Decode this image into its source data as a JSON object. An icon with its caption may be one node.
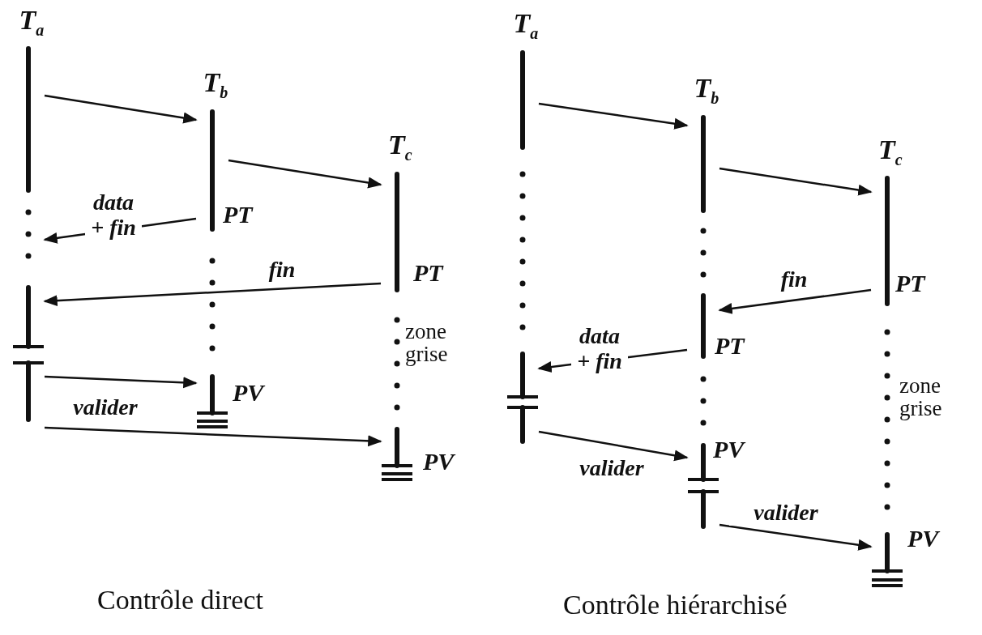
{
  "diagram": {
    "nodes": [
      {
        "text": [
          "T$_{a}$"
        ]
      },
      {
        "text": [
          "T$_{b}$"
        ],
        "beside": [
          "PT"
        ]
      },
      {
        "text": [
          "T$_{c}$"
        ],
        "beside": [
          "PT",
          "zone grise",
          "PV"
        ]
      },
      {
        "text": [
          "T$_{a}$"
        ]
      },
      {
        "text": [
          "T$_{b}$"
        ],
        "beside": [
          "PT",
          "PV"
        ]
      },
      {
        "text": [
          "T$_{c}$"
        ],
        "beside": [
          "PT",
          "zone grise",
          "PV"
        ]
      },
      {
        "text": [],
        "shape": "bar",
        "beside": [
          "PV"
        ]
      }
    ],
    "edges": [
      {
        "from": 0,
        "to": 1,
        "arrow": "to"
      },
      {
        "from": 1,
        "to": 2,
        "arrow": "to"
      },
      {
        "from": 1,
        "to": 0,
        "arrow": "to",
        "label": "data + fin"
      },
      {
        "from": 2,
        "to": 0,
        "arrow": "to",
        "label": "fin"
      },
      {
        "from": 0,
        "to": 6,
        "arrow": "to"
      },
      {
        "from": 0,
        "to": 2,
        "arrow": "to",
        "label": "valider"
      },
      {
        "from": 3,
        "to": 4,
        "arrow": "to"
      },
      {
        "from": 4,
        "to": 5,
        "arrow": "to"
      },
      {
        "from": 5,
        "to": 4,
        "arrow": "to",
        "label": "fin"
      },
      {
        "from": 4,
        "to": 3,
        "arrow": "to",
        "label": "data + fin"
      },
      {
        "from": 3,
        "to": 4,
        "arrow": "to",
        "label": "valider"
      },
      {
        "from": 4,
        "to": 5,
        "arrow": "to",
        "label": "valider"
      }
    ],
    "labels": [
      "Contrôle direct",
      "Contrôle hiérarchisé"
    ]
  }
}
